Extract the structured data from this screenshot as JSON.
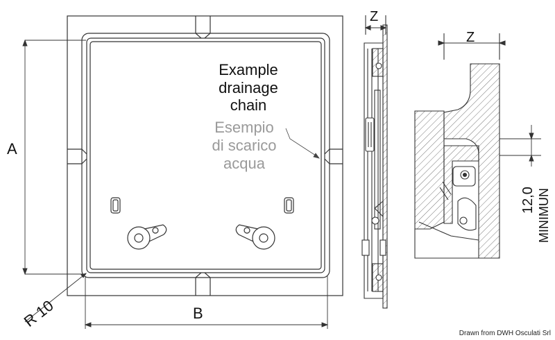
{
  "front_view": {
    "dim_a": "A",
    "dim_b": "B",
    "radius": "R 10",
    "note_en": [
      "Example",
      "drainage",
      "chain"
    ],
    "note_it": [
      "Esempio",
      "di scarico",
      "acqua"
    ]
  },
  "side_view": {
    "dim_z": "Z"
  },
  "detail_view": {
    "dim_z": "Z",
    "dim_min_value": "12,0",
    "dim_min_label": "MINIMUN"
  },
  "credit": "Drawn from DWH Osculati Srl"
}
